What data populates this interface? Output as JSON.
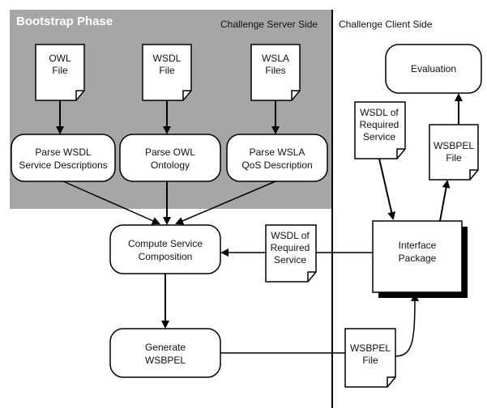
{
  "phase": {
    "title": "Bootstrap Phase",
    "server_side_label": "Challenge Server Side",
    "client_side_label": "Challenge Client Side"
  },
  "documents": {
    "owl": [
      "OWL",
      "File"
    ],
    "wsdl": [
      "WSDL",
      "File"
    ],
    "wsla": [
      "WSLA",
      "Files"
    ],
    "wsdl_required_middle": [
      "WSDL of",
      "Required",
      "Service"
    ],
    "wsdl_required_client": [
      "WSDL of",
      "Required",
      "Service"
    ],
    "wsbpel_client": [
      "WSBPEL",
      "File"
    ],
    "wsbpel_bottom": [
      "WSBPEL",
      "File"
    ]
  },
  "processes": {
    "parse_wsdl": [
      "Parse WSDL",
      "Service Descriptions"
    ],
    "parse_owl": [
      "Parse OWL",
      "Ontology"
    ],
    "parse_wsla": [
      "Parse WSLA",
      "QoS Description"
    ],
    "compute": [
      "Compute Service",
      "Composition"
    ],
    "generate": [
      "Generate",
      "WSBPEL"
    ],
    "evaluation": [
      "Evaluation"
    ],
    "interface": [
      "Interface",
      "Package"
    ]
  },
  "colors": {
    "bootstrap_bg": "#a6a6a6",
    "line": "#000000",
    "box_fill": "#ffffff"
  }
}
